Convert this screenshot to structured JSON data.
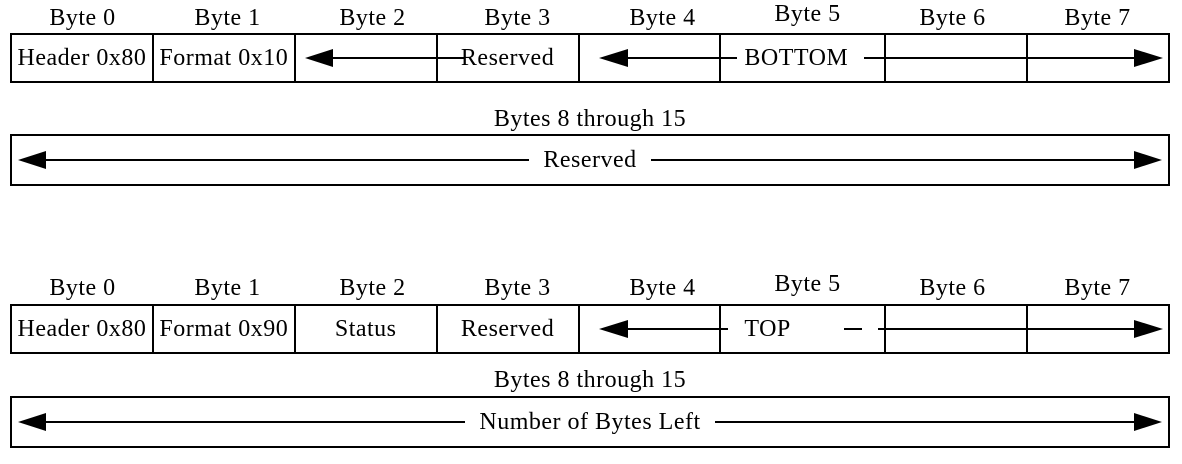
{
  "colors": {
    "ink": "#000000",
    "paper": "#ffffff"
  },
  "byte_header": [
    "Byte 0",
    "Byte 1",
    "Byte 2",
    "Byte 3",
    "Byte 4",
    "Byte 5",
    "Byte 6",
    "Byte 7"
  ],
  "packet1": {
    "cells": [
      "Header 0x80",
      "Format 0x10",
      "",
      "Reserved",
      "",
      "BOTTOM",
      "",
      ""
    ],
    "overflow_label": "Bytes 8 through 15",
    "overflow_field": "Reserved"
  },
  "packet2": {
    "cells": [
      "Header 0x80",
      "Format 0x90",
      "Status",
      "Reserved",
      "",
      "TOP",
      "",
      ""
    ],
    "overflow_label": "Bytes 8 through 15",
    "overflow_field": "Number of Bytes Left"
  }
}
